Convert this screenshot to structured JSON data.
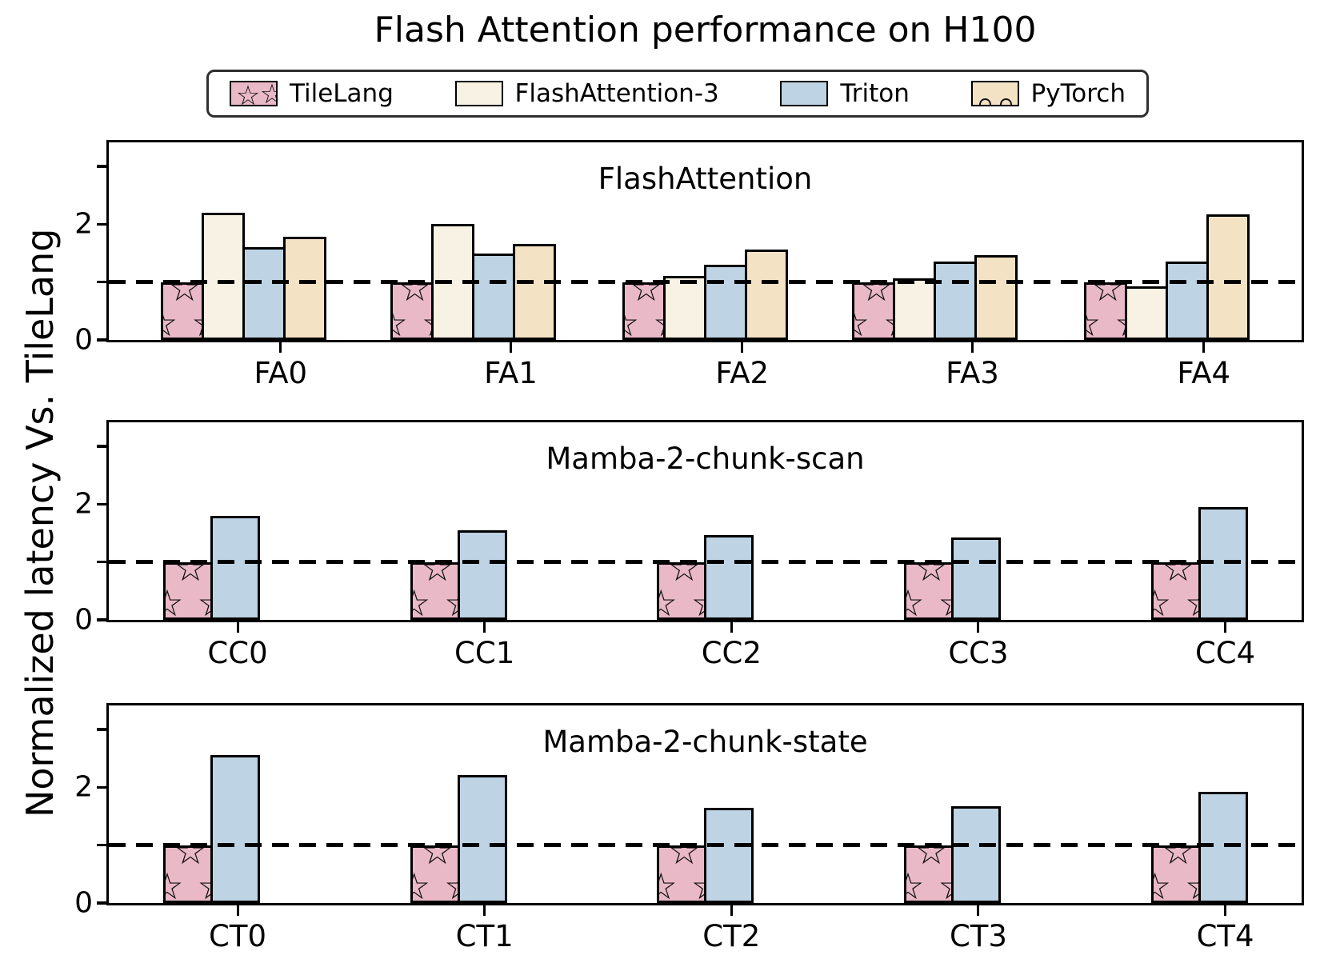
{
  "figure": {
    "title": "Flash Attention performance on H100",
    "ylabel": "Normalized latency Vs. TileLang"
  },
  "legend": {
    "position": "top",
    "entries": [
      {
        "label": "TileLang",
        "color": "#eab9c8",
        "hatch": "star"
      },
      {
        "label": "FlashAttention-3",
        "color": "#f7f2e3",
        "hatch": "hlines"
      },
      {
        "label": "Triton",
        "color": "#bed3e3",
        "hatch": "diagonal"
      },
      {
        "label": "PyTorch",
        "color": "#f3e3c4",
        "hatch": "circles"
      }
    ],
    "edge_color": "#000000"
  },
  "chart_data": [
    {
      "type": "bar",
      "title": "FlashAttention",
      "categories": [
        "FA0",
        "FA1",
        "FA2",
        "FA3",
        "FA4"
      ],
      "series": [
        {
          "name": "TileLang",
          "values": [
            1.0,
            1.0,
            1.0,
            1.0,
            1.0
          ]
        },
        {
          "name": "FlashAttention-3",
          "values": [
            2.2,
            2.0,
            1.1,
            1.07,
            0.93
          ]
        },
        {
          "name": "Triton",
          "values": [
            1.6,
            1.5,
            1.3,
            1.35,
            1.35
          ]
        },
        {
          "name": "PyTorch",
          "values": [
            1.78,
            1.66,
            1.57,
            1.46,
            2.17
          ]
        }
      ],
      "ylim": [
        0,
        3.5
      ],
      "yticks_labeled": [
        0,
        2
      ],
      "yticks_minor": [
        1,
        3
      ],
      "baseline": 1.0,
      "grid": false
    },
    {
      "type": "bar",
      "title": "Mamba-2-chunk-scan",
      "categories": [
        "CC0",
        "CC1",
        "CC2",
        "CC3",
        "CC4"
      ],
      "series": [
        {
          "name": "TileLang",
          "values": [
            1.0,
            1.0,
            1.0,
            1.0,
            1.0
          ]
        },
        {
          "name": "Triton",
          "values": [
            1.8,
            1.55,
            1.46,
            1.43,
            1.95
          ]
        }
      ],
      "ylim": [
        0,
        3.5
      ],
      "yticks_labeled": [
        0,
        2
      ],
      "yticks_minor": [
        1,
        3
      ],
      "baseline": 1.0,
      "grid": false
    },
    {
      "type": "bar",
      "title": "Mamba-2-chunk-state",
      "categories": [
        "CT0",
        "CT1",
        "CT2",
        "CT3",
        "CT4"
      ],
      "series": [
        {
          "name": "TileLang",
          "values": [
            1.0,
            1.0,
            1.0,
            1.0,
            1.0
          ]
        },
        {
          "name": "Triton",
          "values": [
            2.56,
            2.22,
            1.65,
            1.68,
            1.92
          ]
        }
      ],
      "ylim": [
        0,
        3.5
      ],
      "yticks_labeled": [
        0,
        2
      ],
      "yticks_minor": [
        1,
        3
      ],
      "baseline": 1.0,
      "grid": false
    }
  ]
}
